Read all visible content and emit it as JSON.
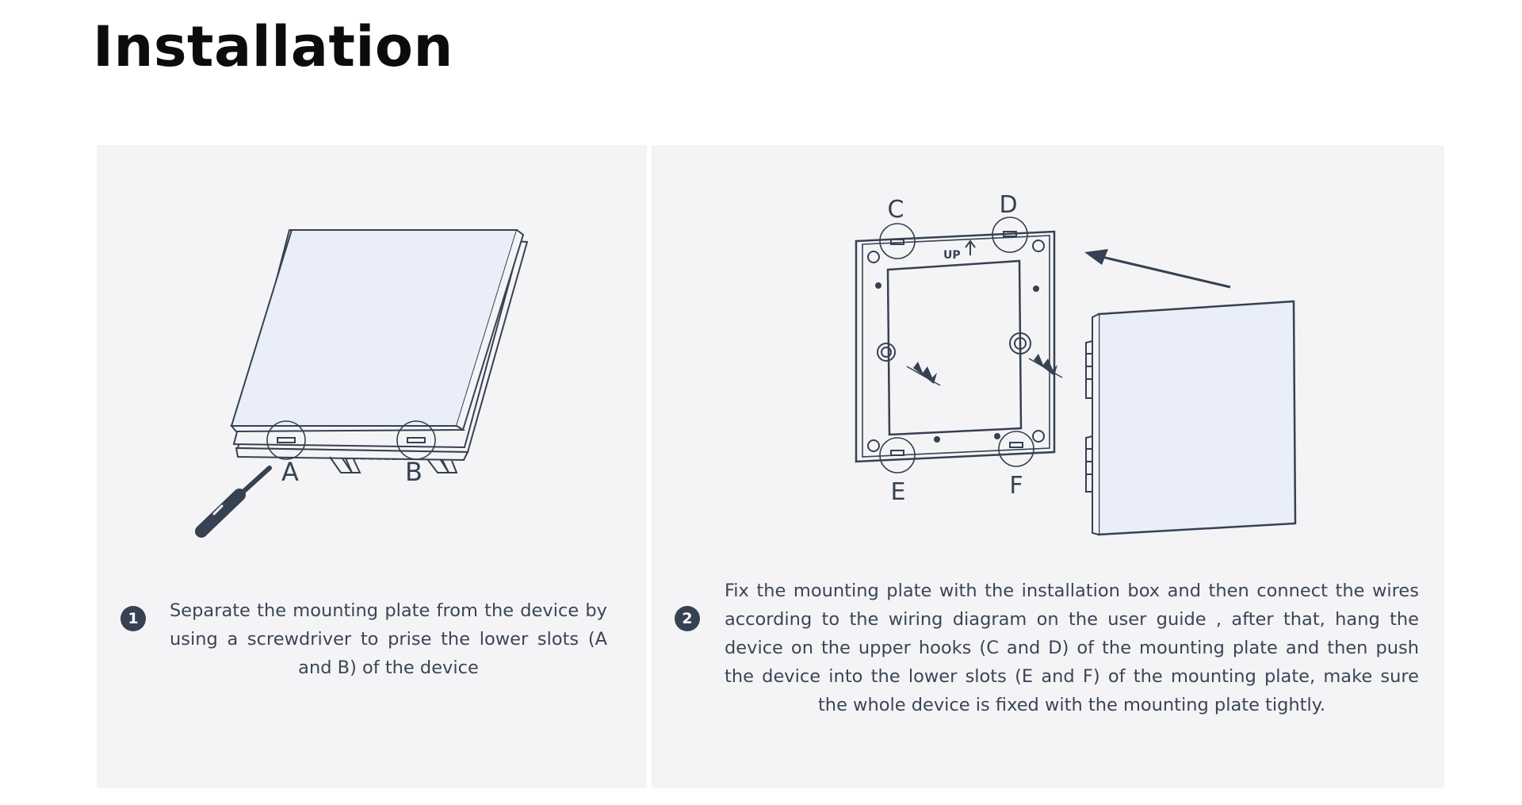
{
  "title": "Installation",
  "steps": [
    {
      "number": "1",
      "text": "Separate the mounting plate from the device by using a  screwdriver to prise the lower slots (A and B) of the device",
      "callouts": [
        "A",
        "B"
      ]
    },
    {
      "number": "2",
      "text": "Fix the mounting plate with the installation box and then connect the wires according to the wiring diagram on the user guide , after that, hang the device on the upper hooks (C and D) of the mounting plate and then push the device into the lower slots (E and F) of the mounting plate, make sure the whole device is fixed with the mounting plate tightly.",
      "callouts": [
        "C",
        "D",
        "E",
        "F"
      ],
      "plate_marking": "UP"
    }
  ],
  "colors": {
    "panel_background": "#f4f4f6",
    "line_art": "#364152",
    "device_face": "#e9eef8",
    "badge": "#364152"
  },
  "icons": {
    "tool": "screwdriver-icon",
    "direction": "arrow-icon"
  }
}
